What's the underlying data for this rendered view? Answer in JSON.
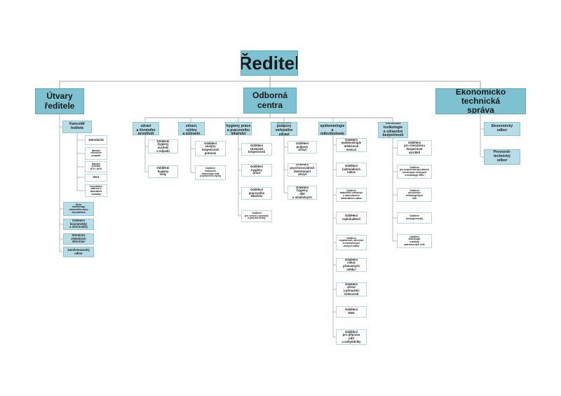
{
  "director": {
    "label": "Ředitel"
  },
  "units": {
    "utvary": {
      "label": "Útvary\nředitele"
    },
    "odborna": {
      "label": "Odborná\ncentra"
    },
    "ekonomicko": {
      "label": "Ekonomicko\ntechnická\nspráva"
    }
  },
  "utvary": {
    "kancelar": "Kancelář\nředitele",
    "kancelar_items": [
      "Sekretariát",
      "Národní\nreferenční\nprogram",
      "Národní\nreferátor\nNTV / AGG",
      "SKA",
      "Koordinace\nnádrové a\nlaboratorní\nsoustavy"
    ],
    "other_items": [
      "Útvar\nmonitoringu\nzdravotního stavu\nobyvatelstva",
      "Oddělení\nbiostatistiky\na informatiky",
      "Středisko\nvědeckých\ninformací",
      "Zaměstnanecký\nodbor"
    ]
  },
  "centra": [
    {
      "title": "Centrum\nzdraví\na životního\nprostředí",
      "items": [
        "Oddělení\nhygieny\novzduší\na odpadů",
        "Oddělení\nhygieny\nvody"
      ]
    },
    {
      "title": "Centrum\nzdraví,\nvýživy\na potravin",
      "items": [
        "Oddělení\nanalýzy\nbezpečnosti\npotravin",
        "Oddělení\nhodnocení\nzdravotních rizik\na vyživového výživy"
      ]
    },
    {
      "title": "Centrum\nhygieny práce\na pracovního\nlékařství",
      "items": [
        "Oddělení\nchemické\nbezpečnosti",
        "Oddělení\nhygieny\npráce",
        "Oddělení\npracovního\nlékařství",
        "Oddělení\npro nemoci z povolání\na pracovní úrazy"
      ]
    },
    {
      "title": "Centrum\npodpory\nveřejného\nzdraví",
      "items": [
        "Oddělení\npodpory\nzdraví",
        "Oddělení\npsychosociálních\ndeterminant\nzdraví",
        "Oddělení\nhygieny\ndětí\na mladistvých"
      ]
    },
    {
      "title": "Centrum\nepidemiologie\na mikrobiologie",
      "items": [
        "Oddělení\nepidemiologie\ninfekčních\nnemocí",
        "Oddělení\nbakteriálních\nnákaz",
        "Oddělení\nbakteriální rezistence\na alimentárních\nbakteriálních nákaz",
        "Oddělení\nmykobakterií",
        "Oddělení\nrespiračních, střevních\na exantémových\nvirových nákaz",
        "Oddělení\nnákaz\npřenosných\ninfekcí",
        "Oddělení\nzdraví\na přenašeči\nrizikovosti",
        "Oddělení\nDDD",
        "Oddělení\npro přípravu\npůd\na umlpůdníky"
      ]
    },
    {
      "title": "Centrum\ntoxikologie\na zdravotní\nbezpečnosti",
      "items": [
        "Oddělení\npro chemickou\nbezpečnost\nvýrobků",
        "Oddělení\npro bezpečnost speciálních\nchemických nebezpečí\na toxikologie RRU",
        "Oddělení\nposuzování\ntoxikologických\nrizik",
        "Oddělení\ntoxicogenomiky",
        "Oddělení\ntoxicologie\na analýzy\npotravinových rizik"
      ]
    }
  ],
  "ekonomicko": {
    "items": [
      "Ekonomický\nodbor",
      "Provozně-\ntechnický\nodbor"
    ]
  }
}
